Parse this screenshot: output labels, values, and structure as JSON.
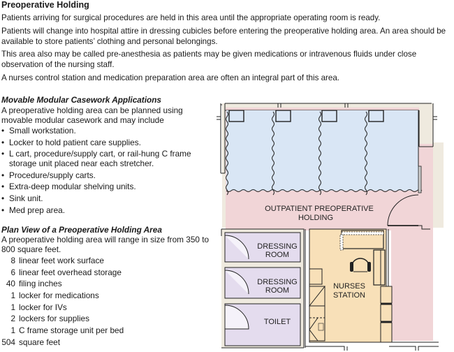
{
  "title": "Preoperative Holding",
  "paragraphs": [
    "Patients arriving for surgical procedures are held in this area until the appropriate operating room is ready.",
    "Patients will change into hospital attire in dressing cubicles before entering the preoperative holding area. An area should be available to store patients’ clothing and personal belongings.",
    "This area also may be called pre-anesthesia as patients may be given medications or intravenous fluids under close observation of the nursing staff.",
    "A nurses control station and medication preparation area are often an integral part of this area."
  ],
  "casework": {
    "heading": "Movable Modular Casework Applications",
    "intro": "A preoperative holding area can be planned using movable modular casework and may include",
    "bullet_char": "•",
    "items": [
      "Small workstation.",
      "Locker to hold patient care supplies.",
      "L cart, procedure/supply cart, or rail-hung C frame storage unit placed near each stretcher.",
      "Procedure/supply carts.",
      "Extra-deep modular shelving units.",
      "Sink unit.",
      "Med prep area."
    ]
  },
  "plan_view": {
    "heading": "Plan View of a Preoperative Holding Area",
    "intro": "A preoperative holding area will range in size from 350 to 800 square feet.",
    "specs": [
      {
        "qty": "8",
        "label": "linear feet work surface"
      },
      {
        "qty": "6",
        "label": "linear feet overhead storage"
      },
      {
        "qty": "40",
        "label": "filing inches"
      },
      {
        "qty": "1",
        "label": "locker for medications"
      },
      {
        "qty": "1",
        "label": "locker for IVs"
      },
      {
        "qty": "2",
        "label": "lockers for supplies"
      },
      {
        "qty": "1",
        "label": "C frame storage unit per bed"
      },
      {
        "qty": "504",
        "label": "square feet"
      }
    ]
  },
  "floor_plan": {
    "labels": {
      "holding_line1": "OUTPATIENT PREOPERATIVE",
      "holding_line2": "HOLDING",
      "dressing1_line1": "DRESSING",
      "dressing1_line2": "ROOM",
      "dressing2_line1": "DRESSING",
      "dressing2_line2": "ROOM",
      "toilet": "TOILET",
      "nurses_line1": "NURSES",
      "nurses_line2": "STATION"
    },
    "colors": {
      "holding": "#f1d5d7",
      "cubicles": "#d9e6f5",
      "dressing": "#e4dcee",
      "nurses": "#f8e0b8",
      "wall": "#efeadf",
      "line": "#222222"
    }
  }
}
